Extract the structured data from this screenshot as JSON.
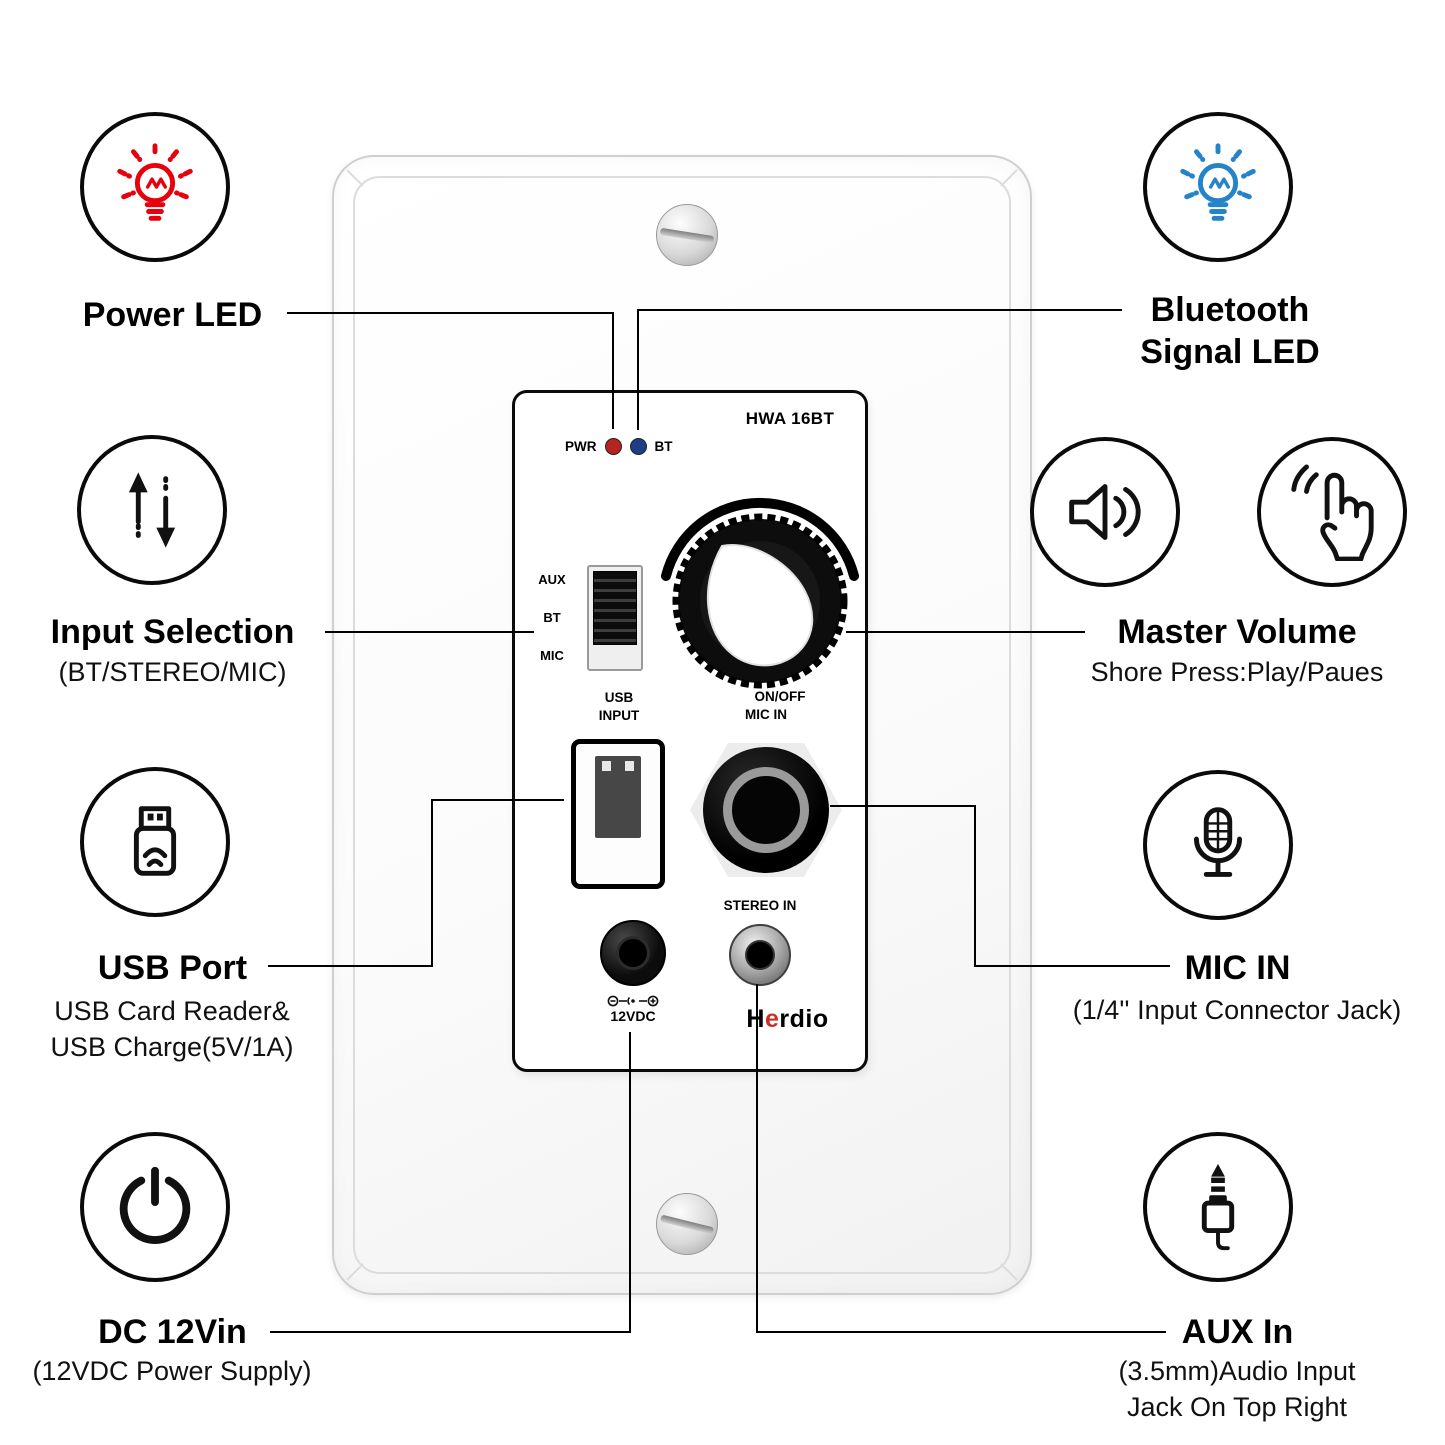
{
  "device": {
    "model": "HWA 16BT",
    "pwr_label": "PWR",
    "bt_label": "BT",
    "input_options": [
      "AUX",
      "BT",
      "MIC"
    ],
    "onoff_label": "ON/OFF",
    "usb_label_line1": "USB",
    "usb_label_line2": "INPUT",
    "mic_in_label": "MIC IN",
    "stereo_in_label": "STEREO IN",
    "dc_label": "12VDC",
    "brand": {
      "h": "H",
      "e": "e",
      "rest": "rdio"
    }
  },
  "callouts": {
    "power_led": {
      "title": "Power LED"
    },
    "bluetooth": {
      "line1": "Bluetooth",
      "line2": "Signal LED"
    },
    "input_selection": {
      "title": "Input Selection",
      "sub": "(BT/STEREO/MIC)"
    },
    "master_volume": {
      "title": "Master Volume",
      "sub": "Shore Press:Play/Paues"
    },
    "usb_port": {
      "title": "USB Port",
      "sub1": "USB Card Reader&",
      "sub2": "USB Charge(5V/1A)"
    },
    "mic_in": {
      "title": "MIC IN",
      "sub": "(1/4'' Input Connector Jack)"
    },
    "dc_12v": {
      "title": "DC 12Vin",
      "sub": "(12VDC Power Supply)"
    },
    "aux_in": {
      "title": "AUX In",
      "sub1": "(3.5mm)Audio Input",
      "sub2": "Jack On Top Right"
    }
  },
  "colors": {
    "power_led": "#b5241f",
    "bt_led": "#1c3f86",
    "red_icon": "#e8000d",
    "blue_icon": "#2583c9"
  }
}
